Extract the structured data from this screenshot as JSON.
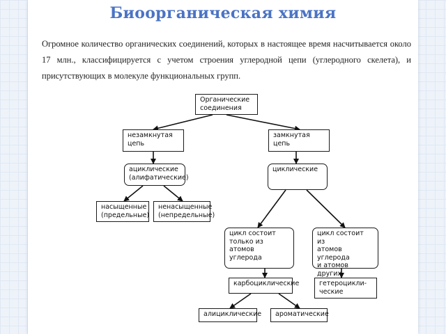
{
  "title": "Биоорганическая химия",
  "intro": "Огромное количество органических соединений, которых в настоящее время насчитывается около 17 млн., классифицируется с учетом строения углеродной цепи (углеродного скелета), и присутствующих в молекуле функциональных групп.",
  "diagram": {
    "root": "Органические\nсоединения",
    "open_chain": "незамкнутая\nцепь",
    "closed_chain": "замкнутая цепь",
    "acyclic": "ациклические\n(алифатические)",
    "cyclic": "циклические",
    "saturated": "насыщенные\n(предельные)",
    "unsaturated": "ненасыщенные\n(непредельные)",
    "carbon_only": "цикл состоит\nтолько из атомов\nуглерода",
    "with_heteroatoms": "цикл состоит из\nатомов углерода\nи атомов других\nэлементов",
    "carbocyclic": "карбоциклические",
    "heterocyclic": "гетероцикли-\nческие",
    "alicyclic": "алициклические",
    "aromatic": "ароматические"
  }
}
